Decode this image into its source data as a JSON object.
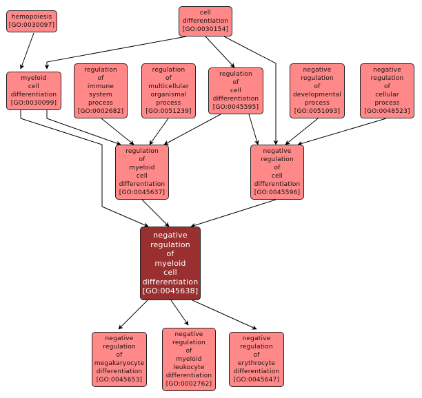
{
  "graph": {
    "colors": {
      "node_fill": "#ff8888",
      "focus_fill": "#9a2f2f",
      "edge": "#000000"
    },
    "nodes": [
      {
        "id": "hemopoiesis",
        "lines": [
          "hemopoiesis",
          "[GO:0030097]"
        ]
      },
      {
        "id": "cell-differentiation",
        "lines": [
          "cell",
          "differentiation",
          "[GO:0030154]"
        ]
      },
      {
        "id": "myeloid-cell-differentiation",
        "lines": [
          "myeloid",
          "cell",
          "differentiation",
          "[GO:0030099]"
        ]
      },
      {
        "id": "regulation-of-immune-system-process",
        "lines": [
          "regulation",
          "of",
          "immune",
          "system",
          "process",
          "[GO:0002682]"
        ]
      },
      {
        "id": "regulation-of-multicellular-organismal-process",
        "lines": [
          "regulation",
          "of",
          "multicellular",
          "organismal",
          "process",
          "[GO:0051239]"
        ]
      },
      {
        "id": "regulation-of-cell-differentiation",
        "lines": [
          "regulation",
          "of",
          "cell",
          "differentiation",
          "[GO:0045595]"
        ]
      },
      {
        "id": "negative-regulation-of-developmental-process",
        "lines": [
          "negative",
          "regulation",
          "of",
          "developmental",
          "process",
          "[GO:0051093]"
        ]
      },
      {
        "id": "negative-regulation-of-cellular-process",
        "lines": [
          "negative",
          "regulation",
          "of",
          "cellular",
          "process",
          "[GO:0048523]"
        ]
      },
      {
        "id": "regulation-of-myeloid-cell-differentiation",
        "lines": [
          "regulation",
          "of",
          "myeloid",
          "cell",
          "differentiation",
          "[GO:0045637]"
        ]
      },
      {
        "id": "negative-regulation-of-cell-differentiation",
        "lines": [
          "negative",
          "regulation",
          "of",
          "cell",
          "differentiation",
          "[GO:0045596]"
        ]
      },
      {
        "id": "negative-regulation-of-myeloid-cell-differentiation",
        "lines": [
          "negative",
          "regulation",
          "of",
          "myeloid",
          "cell",
          "differentiation",
          "[GO:0045638]"
        ],
        "focus": true
      },
      {
        "id": "negative-regulation-of-megakaryocyte-differentiation",
        "lines": [
          "negative",
          "regulation",
          "of",
          "megakaryocyte",
          "differentiation",
          "[GO:0045653]"
        ]
      },
      {
        "id": "negative-regulation-of-myeloid-leukocyte-differentiation",
        "lines": [
          "negative",
          "regulation",
          "of",
          "myeloid",
          "leukocyte",
          "differentiation",
          "[GO:0002762]"
        ]
      },
      {
        "id": "negative-regulation-of-erythrocyte-differentiation",
        "lines": [
          "negative",
          "regulation",
          "of",
          "erythrocyte",
          "differentiation",
          "[GO:0045647]"
        ]
      }
    ],
    "edges": [
      [
        "hemopoiesis",
        "myeloid-cell-differentiation"
      ],
      [
        "cell-differentiation",
        "myeloid-cell-differentiation"
      ],
      [
        "cell-differentiation",
        "regulation-of-cell-differentiation"
      ],
      [
        "cell-differentiation",
        "negative-regulation-of-cell-differentiation"
      ],
      [
        "myeloid-cell-differentiation",
        "regulation-of-myeloid-cell-differentiation"
      ],
      [
        "myeloid-cell-differentiation",
        "negative-regulation-of-myeloid-cell-differentiation"
      ],
      [
        "regulation-of-immune-system-process",
        "regulation-of-myeloid-cell-differentiation"
      ],
      [
        "regulation-of-multicellular-organismal-process",
        "regulation-of-myeloid-cell-differentiation"
      ],
      [
        "regulation-of-cell-differentiation",
        "regulation-of-myeloid-cell-differentiation"
      ],
      [
        "regulation-of-cell-differentiation",
        "negative-regulation-of-cell-differentiation"
      ],
      [
        "negative-regulation-of-developmental-process",
        "negative-regulation-of-cell-differentiation"
      ],
      [
        "negative-regulation-of-cellular-process",
        "negative-regulation-of-cell-differentiation"
      ],
      [
        "regulation-of-myeloid-cell-differentiation",
        "negative-regulation-of-myeloid-cell-differentiation"
      ],
      [
        "negative-regulation-of-cell-differentiation",
        "negative-regulation-of-myeloid-cell-differentiation"
      ],
      [
        "negative-regulation-of-myeloid-cell-differentiation",
        "negative-regulation-of-megakaryocyte-differentiation"
      ],
      [
        "negative-regulation-of-myeloid-cell-differentiation",
        "negative-regulation-of-myeloid-leukocyte-differentiation"
      ],
      [
        "negative-regulation-of-myeloid-cell-differentiation",
        "negative-regulation-of-erythrocyte-differentiation"
      ]
    ]
  }
}
